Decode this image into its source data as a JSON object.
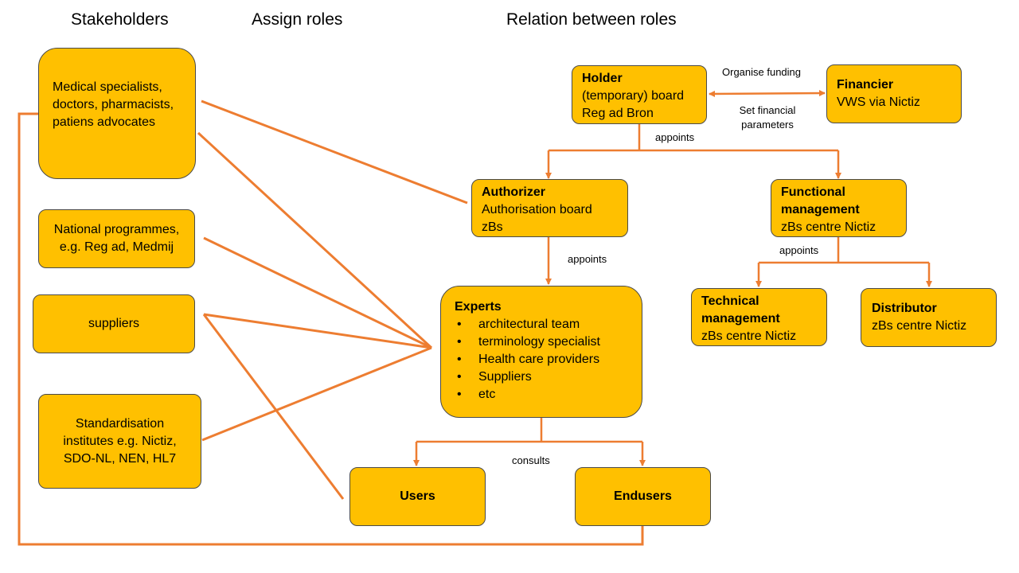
{
  "headings": {
    "stakeholders": "Stakeholders",
    "assign_roles": "Assign roles",
    "relation": "Relation between roles"
  },
  "stakeholders": {
    "medical": "Medical specialists, doctors, pharmacists, patiens advocates",
    "national_programmes": "National programmes, e.g. Reg ad, Medmij",
    "suppliers": "suppliers",
    "standardisation": "Standardisation institutes e.g. Nictiz, SDO-NL, NEN, HL7"
  },
  "holder": {
    "title": "Holder",
    "line1": "(temporary) board",
    "line2": "Reg ad Bron"
  },
  "financier": {
    "title": "Financier",
    "line1": "VWS via Nictiz"
  },
  "authorizer": {
    "title": "Authorizer",
    "line1": "Authorisation board",
    "line2": "zBs"
  },
  "functional": {
    "title": "Functional management",
    "line1": "zBs centre Nictiz"
  },
  "technical": {
    "title": "Technical management",
    "line1": "zBs centre Nictiz"
  },
  "distributor": {
    "title": "Distributor",
    "line1": "zBs centre Nictiz"
  },
  "experts": {
    "title": "Experts",
    "items": [
      "architectural team",
      "terminology specialist",
      "Health care providers",
      "Suppliers",
      "etc"
    ]
  },
  "users": {
    "title": "Users"
  },
  "endusers": {
    "title": "Endusers"
  },
  "labels": {
    "organise_funding": "Organise funding",
    "set_financial": "Set financial parameters",
    "appoints_holder": "appoints",
    "appoints_authorizer": "appoints",
    "appoints_functional": "appoints",
    "consults": "consults"
  },
  "colors": {
    "box_fill": "#FFC000",
    "connector": "#ED7D31",
    "box_border": "#4a4a4a"
  }
}
